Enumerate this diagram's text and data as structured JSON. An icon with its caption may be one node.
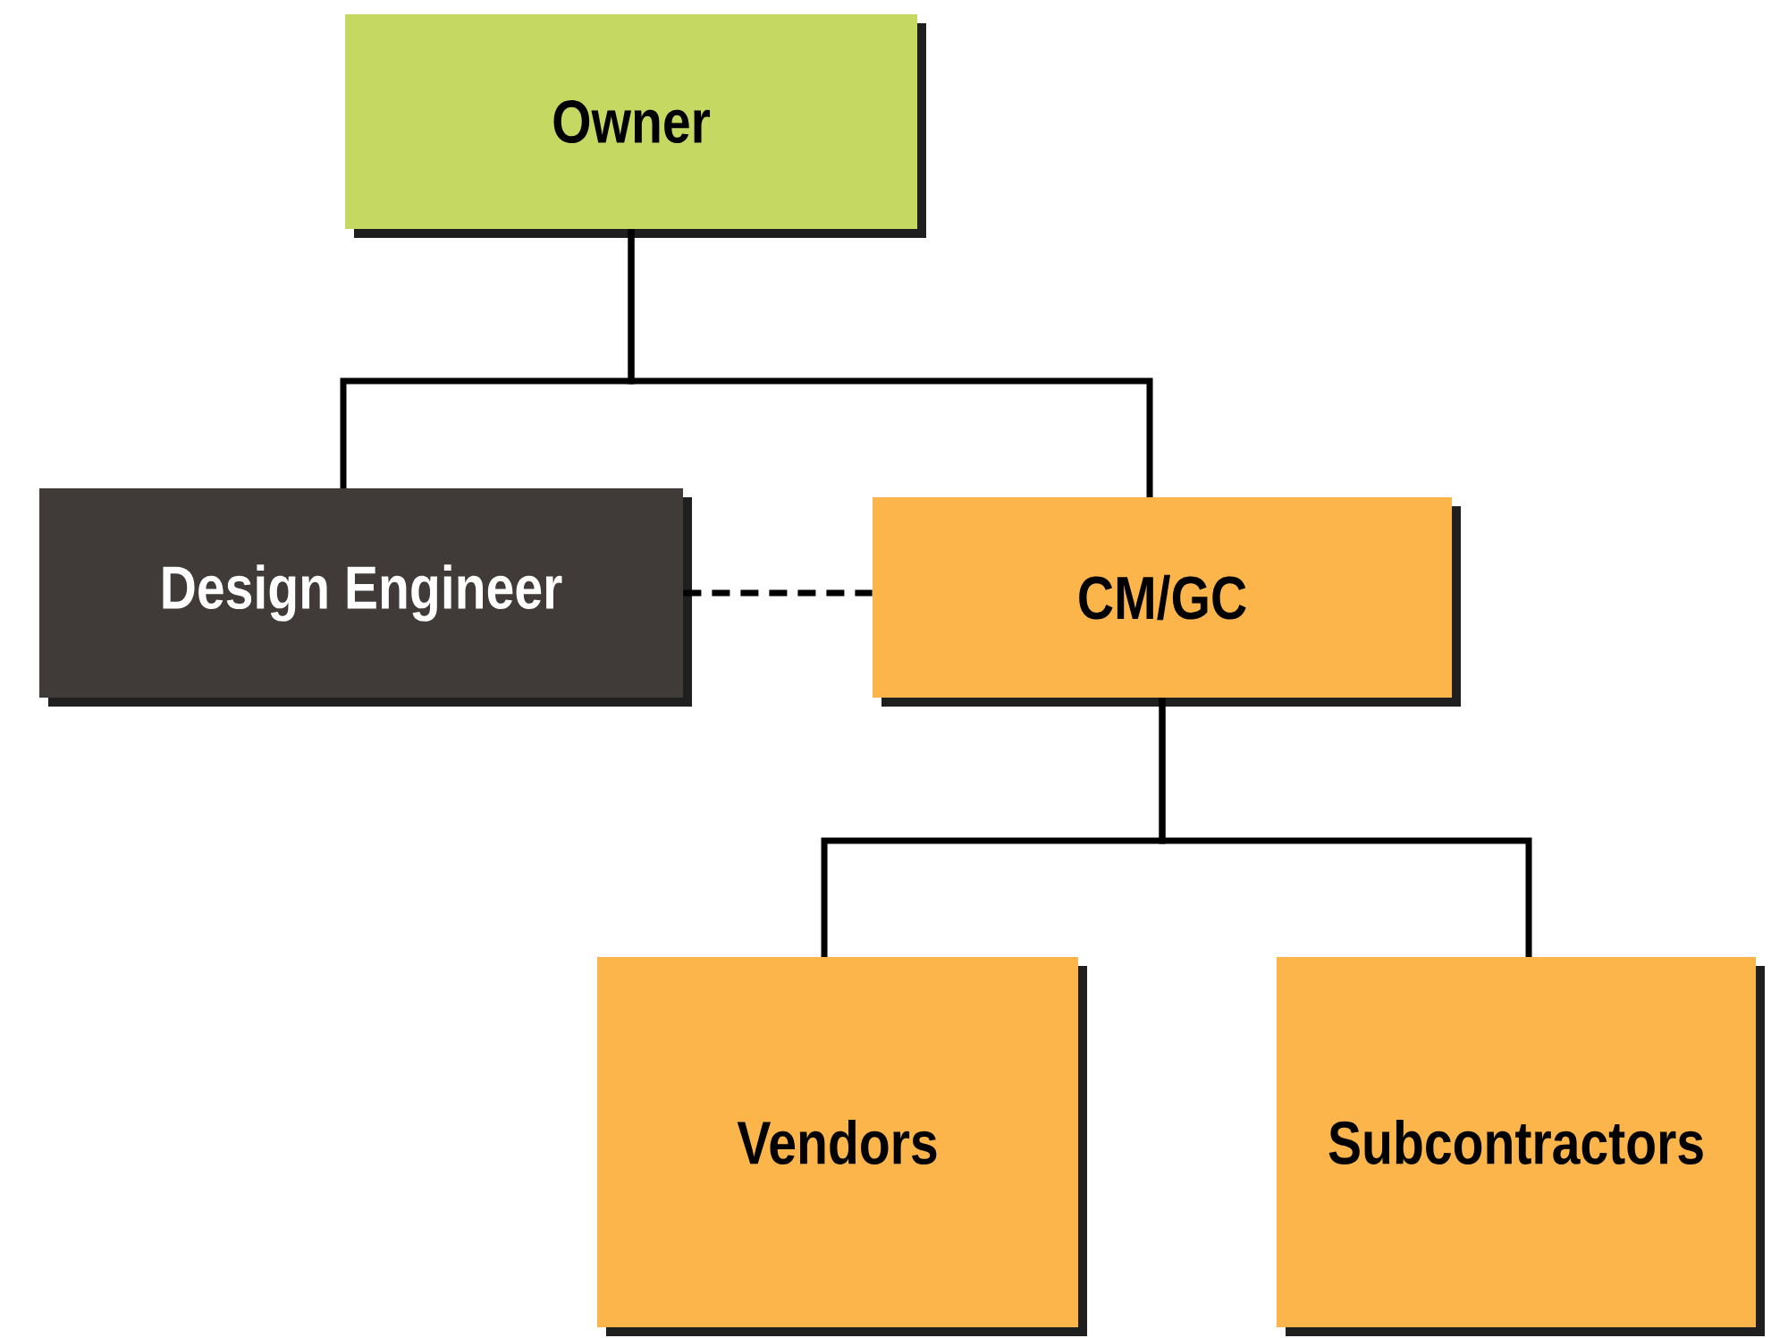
{
  "diagram": {
    "nodes": [
      {
        "text": [
          "Owner"
        ]
      },
      {
        "text": [
          "Design Engineer"
        ]
      },
      {
        "text": [
          "CM/GC"
        ]
      },
      {
        "text": [
          "Vendors"
        ]
      },
      {
        "text": [
          "Subcontractors"
        ]
      }
    ],
    "edges": [
      {
        "from": 0,
        "to": 1,
        "arrow": "none"
      },
      {
        "from": 0,
        "to": 2,
        "arrow": "none"
      },
      {
        "from": 1,
        "to": 2,
        "arrow": "none",
        "style": "dashed"
      },
      {
        "from": 2,
        "to": 3,
        "arrow": "none"
      },
      {
        "from": 2,
        "to": 4,
        "arrow": "none"
      }
    ]
  }
}
